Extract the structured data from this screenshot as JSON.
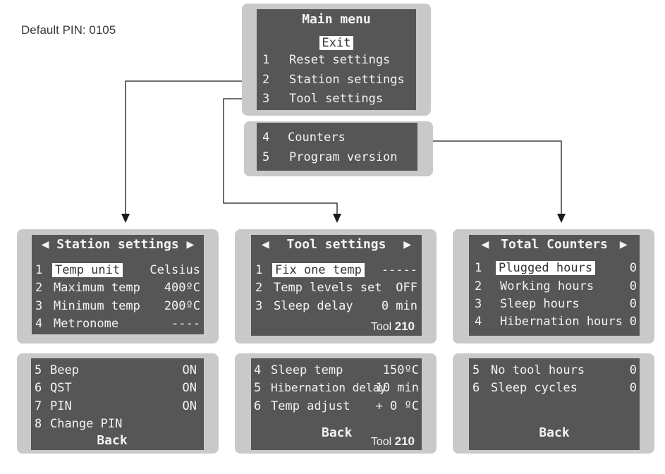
{
  "pin_note": "Default PIN: 0105",
  "main_menu": {
    "title": "Main menu",
    "exit": "Exit",
    "items": [
      {
        "num": "1",
        "label": "Reset settings"
      },
      {
        "num": "2",
        "label": "Station settings"
      },
      {
        "num": "3",
        "label": "Tool settings"
      }
    ],
    "items_more": [
      {
        "num": "4",
        "label": "Counters"
      },
      {
        "num": "5",
        "label": "Program version"
      }
    ]
  },
  "station": {
    "title": "Station settings",
    "prev": "◀",
    "next": "▶",
    "rows": [
      {
        "num": "1",
        "label": "Temp unit",
        "value": "Celsius"
      },
      {
        "num": "2",
        "label": "Maximum temp",
        "value": "400ºC"
      },
      {
        "num": "3",
        "label": "Minimum temp",
        "value": "200ºC"
      },
      {
        "num": "4",
        "label": "Metronome",
        "value": "----"
      }
    ],
    "rows_more": [
      {
        "num": "5",
        "label": "Beep",
        "value": "ON"
      },
      {
        "num": "6",
        "label": "QST",
        "value": "ON"
      },
      {
        "num": "7",
        "label": "PIN",
        "value": "ON"
      },
      {
        "num": "8",
        "label": "Change PIN",
        "value": ""
      }
    ],
    "back": "Back"
  },
  "tool": {
    "title": "Tool settings",
    "prev": "◀",
    "next": "▶",
    "rows": [
      {
        "num": "1",
        "label": "Fix one temp",
        "value": "-----"
      },
      {
        "num": "2",
        "label": "Temp levels set",
        "value": "OFF"
      },
      {
        "num": "3",
        "label": "Sleep delay",
        "value": "0  min"
      }
    ],
    "tool_word": "Tool",
    "tool_num": "210",
    "rows_more": [
      {
        "num": "4",
        "label": "Sleep temp",
        "value": "150ºC"
      },
      {
        "num": "5",
        "label": "Hibernation delay",
        "value": "10  min"
      },
      {
        "num": "6",
        "label": "Temp adjust",
        "value": "+ 0  ºC"
      }
    ],
    "back": "Back"
  },
  "counters": {
    "title": "Total Counters",
    "prev": "◀",
    "next": "▶",
    "rows": [
      {
        "num": "1",
        "label": "Plugged hours",
        "value": "0"
      },
      {
        "num": "2",
        "label": "Working hours",
        "value": "0"
      },
      {
        "num": "3",
        "label": "Sleep hours",
        "value": "0"
      },
      {
        "num": "4",
        "label": "Hibernation hours",
        "value": "0"
      }
    ],
    "rows_more": [
      {
        "num": "5",
        "label": "No tool hours",
        "value": "0"
      },
      {
        "num": "6",
        "label": "Sleep cycles",
        "value": "0"
      }
    ],
    "back": "Back"
  }
}
